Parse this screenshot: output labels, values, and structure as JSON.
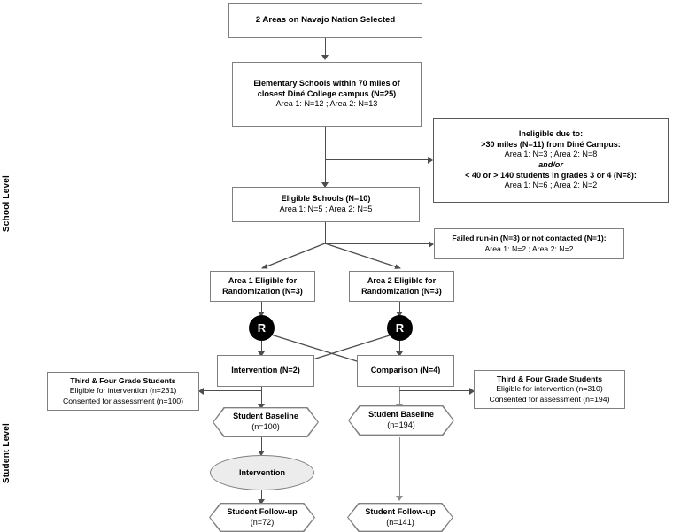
{
  "diagram": {
    "title": "CONSORT-style participant flow diagram",
    "side_labels": [
      {
        "name": "school-level",
        "text": "School Level"
      },
      {
        "name": "student-level",
        "text": "Student  Level"
      }
    ],
    "nodes": {
      "areas_selected": {
        "lines": [
          {
            "text": "2 Areas on Navajo Nation Selected",
            "style": "bold"
          }
        ]
      },
      "elementary_schools": {
        "lines": [
          {
            "text": "Elementary Schools within 70 miles of",
            "style": "bold"
          },
          {
            "text": "closest Diné College campus (N=25)",
            "style": "bold"
          },
          {
            "text": "Area 1: N=12 ; Area 2: N=13",
            "style": "normal"
          }
        ]
      },
      "ineligible": {
        "lines": [
          {
            "text": "Ineligible due to:",
            "style": "bold"
          },
          {
            "text": ">30 miles (N=11) from Diné Campus:",
            "style": "bold"
          },
          {
            "text": "Area 1: N=3 ; Area 2: N=8",
            "style": "normal"
          },
          {
            "text": "and/or",
            "style": "italic"
          },
          {
            "text": "< 40 or > 140 students in grades 3 or 4 (N=8):",
            "style": "bold"
          },
          {
            "text": "Area 1: N=6 ; Area 2: N=2",
            "style": "normal"
          }
        ]
      },
      "eligible_schools": {
        "lines": [
          {
            "text": "Eligible Schools (N=10)",
            "style": "bold"
          },
          {
            "text": "Area 1: N=5 ; Area 2: N=5",
            "style": "normal"
          }
        ]
      },
      "failed_runin": {
        "lines": [
          {
            "text": "Failed run-in (N=3) or not contacted (N=1):",
            "style": "bold"
          },
          {
            "text": "Area 1: N=2 ; Area 2: N=2",
            "style": "normal"
          }
        ]
      },
      "area1_eligible_rand": {
        "lines": [
          {
            "text": "Area 1 Eligible for",
            "style": "bold"
          },
          {
            "text": "Randomization (N=3)",
            "style": "bold"
          }
        ]
      },
      "area2_eligible_rand": {
        "lines": [
          {
            "text": "Area 2 Eligible for",
            "style": "bold"
          },
          {
            "text": "Randomization (N=3)",
            "style": "bold"
          }
        ]
      },
      "randomize_left": {
        "label": "R"
      },
      "randomize_right": {
        "label": "R"
      },
      "intervention_arm": {
        "lines": [
          {
            "text": "Intervention (N=2)",
            "style": "bold"
          }
        ]
      },
      "comparison_arm": {
        "lines": [
          {
            "text": "Comparison (N=4)",
            "style": "bold"
          }
        ]
      },
      "students_left": {
        "lines": [
          {
            "text": "Third & Four Grade Students",
            "style": "bold"
          },
          {
            "text": "Eligible  for intervention (n=231)",
            "style": "normal"
          },
          {
            "text": "Consented for assessment  (n=100)",
            "style": "normal"
          }
        ]
      },
      "students_right": {
        "lines": [
          {
            "text": "Third & Four Grade Students",
            "style": "bold"
          },
          {
            "text": "Eligible  for intervention (n=310)",
            "style": "normal"
          },
          {
            "text": "Consented for assessment  (n=194)",
            "style": "normal"
          }
        ]
      },
      "baseline_left": {
        "lines": [
          {
            "text": "Student Baseline",
            "style": "bold"
          },
          {
            "text": "(n=100)",
            "style": "normal"
          }
        ]
      },
      "baseline_right": {
        "lines": [
          {
            "text": "Student Baseline",
            "style": "bold"
          },
          {
            "text": "(n=194)",
            "style": "normal"
          }
        ]
      },
      "intervention_activity": {
        "lines": [
          {
            "text": "Intervention",
            "style": "bold"
          }
        ]
      },
      "followup_left": {
        "lines": [
          {
            "text": "Student Follow-up",
            "style": "bold"
          },
          {
            "text": "(n=72)",
            "style": "normal"
          }
        ]
      },
      "followup_right": {
        "lines": [
          {
            "text": "Student Follow-up",
            "style": "bold"
          },
          {
            "text": "(n=141)",
            "style": "normal"
          }
        ]
      }
    },
    "colors": {
      "background": "#ffffff",
      "box_border": "#808080",
      "connector": "#4d4d4d",
      "randomize_fill": "#000000",
      "randomize_text": "#ffffff",
      "ellipse_fill": "#ececec",
      "text": "#000000"
    }
  }
}
